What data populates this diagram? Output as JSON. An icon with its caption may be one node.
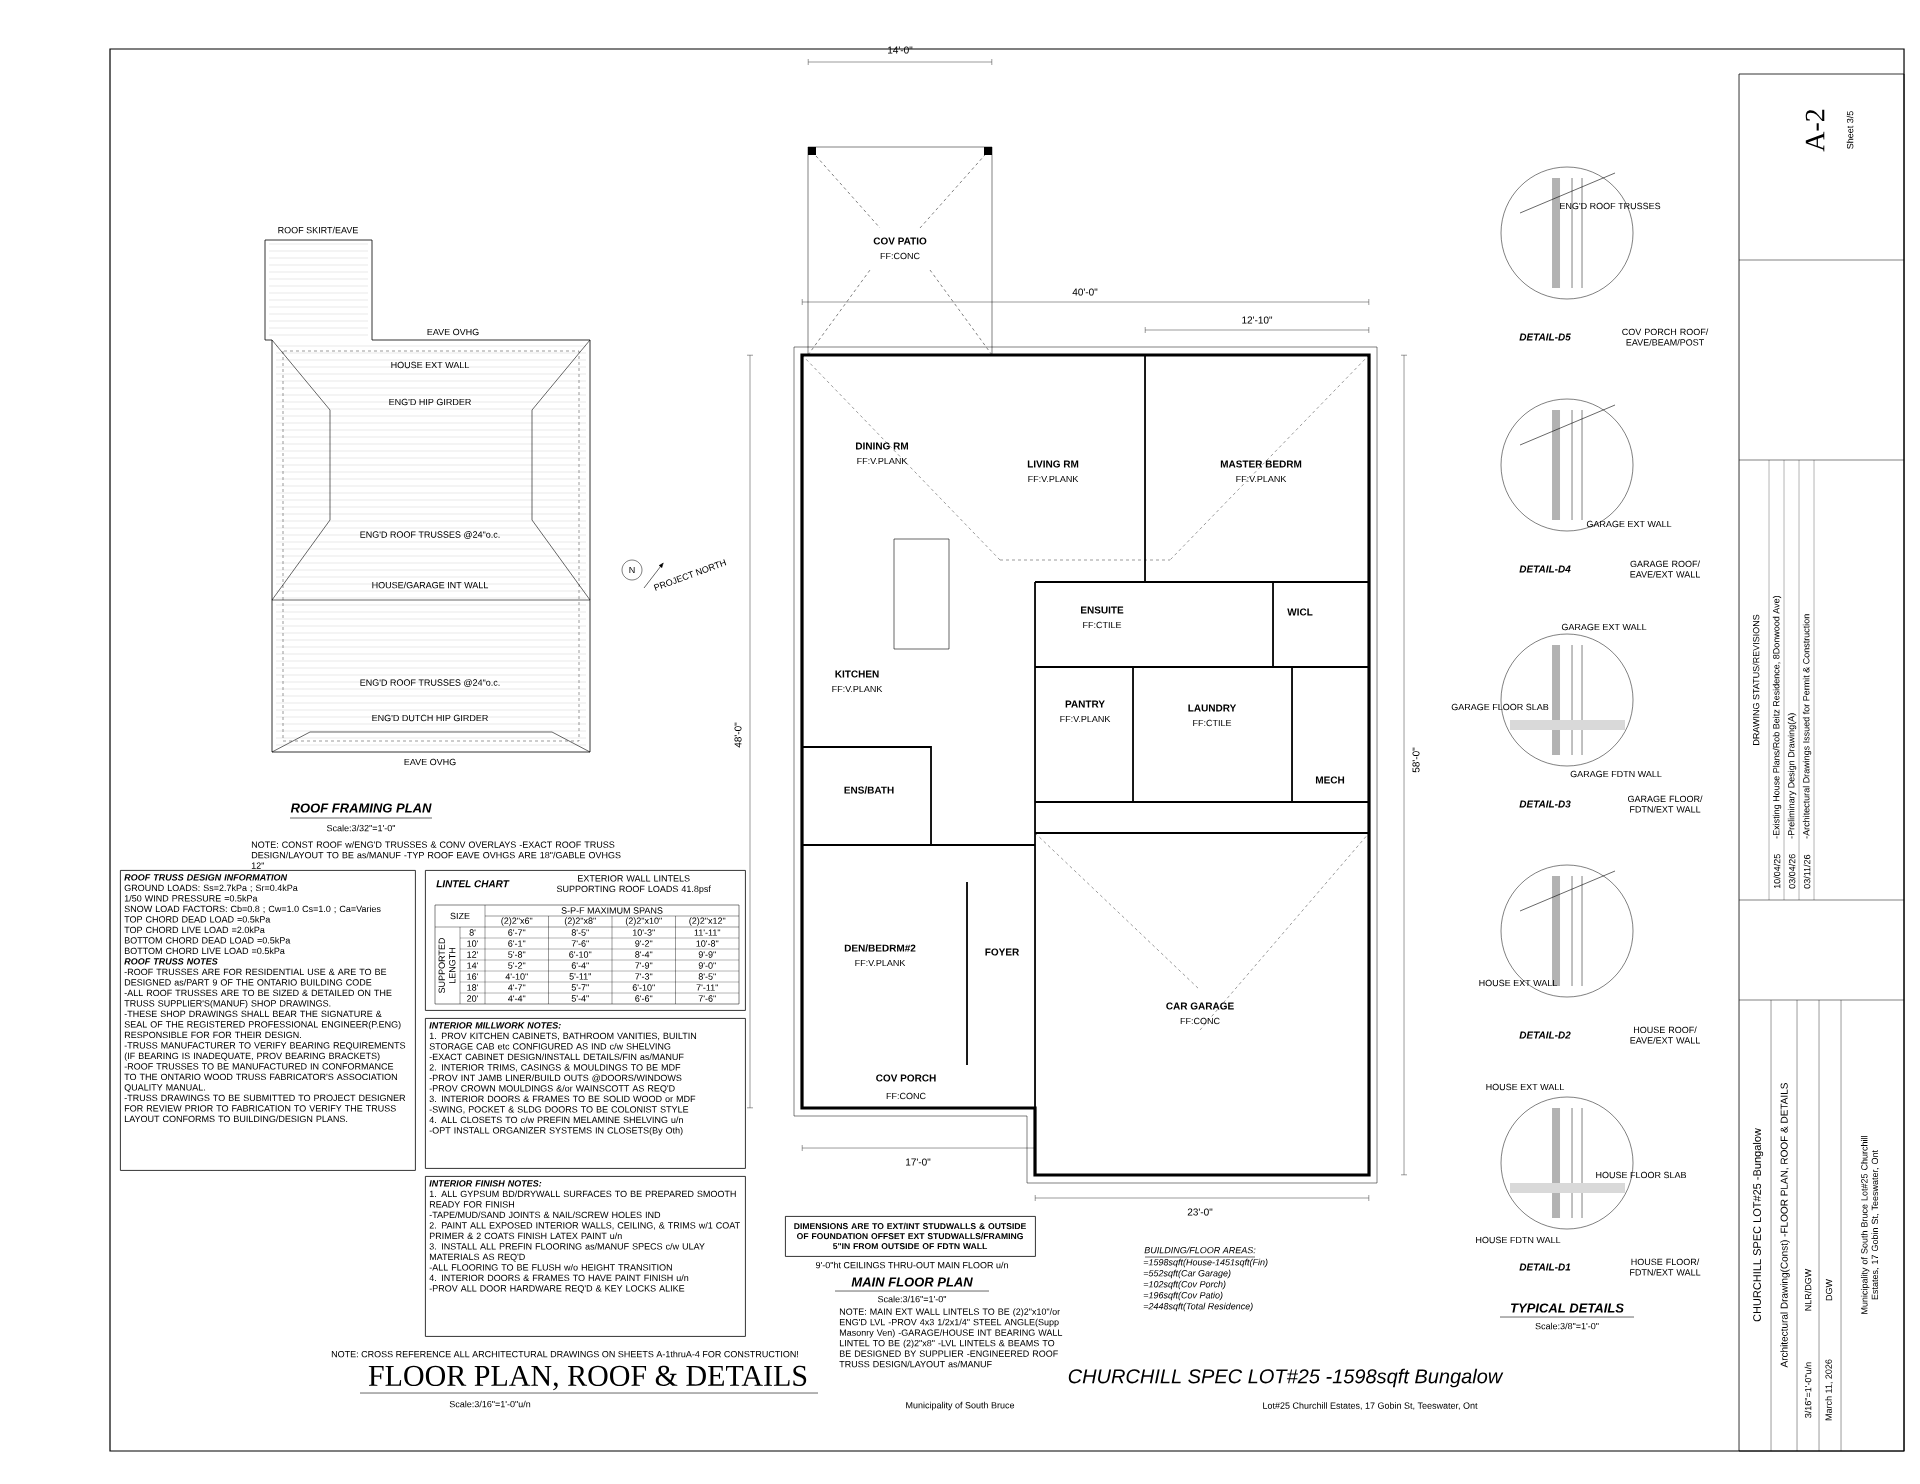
{
  "diagram": {
    "title": "FLOOR PLAN, ROOF & DETAILS",
    "nodes": [
      {
        "text": [
          "ROOF TRUSS DESIGN INFORMATION",
          "GROUND LOADS: Ss=2.7kPa ; Sr=0.4kPa",
          "1/50 WIND PRESSURE =0.5kPa",
          "SNOW LOAD FACTORS: Cb=0.8 ; Cw=1.0 Cs=1.0 ; Ca=Varies",
          "TOP CHORD DEAD LOAD =0.5kPa",
          "TOP CHORD LIVE LOAD =2.0kPa",
          "BOTTOM CHORD DEAD LOAD =0.5kPa",
          "BOTTOM CHORD LIVE LOAD =0.5kPa",
          "ROOF TRUSS NOTES",
          "-ROOF TRUSSES ARE FOR RESIDENTIAL USE & ARE TO BE DESIGNED as/PART 9 OF THE ONTARIO BUILDING CODE",
          "-ALL ROOF TRUSSES ARE TO BE SIZED & DETAILED ON THE TRUSS SUPPLIER'S(MANUF) SHOP DRAWINGS.",
          "-THESE SHOP DRAWINGS SHALL BEAR THE SIGNATURE & SEAL OF THE REGISTERED PROFESSIONAL ENGINEER(P.ENG) RESPONSIBLE FOR FOR THEIR DESIGN.",
          "-TRUSS MANUFACTURER TO VERIFY BEARING REQUIREMENTS (IF BEARING IS INADEQUATE, PROV BEARING BRACKETS)",
          "-ROOF TRUSSES TO BE MANUFACTURED IN CONFORMANCE TO THE ONTARIO WOOD TRUSS FABRICATOR'S ASSOCIATION QUALITY MANUAL.",
          "-TRUSS DRAWINGS TO BE SUBMITTED TO PROJECT DESIGNER FOR REVIEW PRIOR TO FABRICATION TO VERIFY THE TRUSS LAYOUT CONFORMS TO BUILDING/DESIGN PLANS."
        ]
      },
      {
        "text": [
          "LINTEL CHART",
          "EXTERIOR WALL LINTELS SUPPORTING ROOF LOADS 41.8psf"
        ]
      },
      {
        "text": [
          "INTERIOR MILLWORK NOTES:",
          "1. PROV KITCHEN CABINETS, BATHROOM VANITIES, BUILTIN STORAGE CAB etc CONFIGURED AS IND c/w SHELVING",
          "-EXACT CABINET DESIGN/INSTALL DETAILS/FIN as/MANUF",
          "2. INTERIOR TRIMS, CASINGS & MOULDINGS TO BE MDF",
          "-PROV INT JAMB LINER/BUILD OUTS @DOORS/WINDOWS",
          "-PROV CROWN MOULDINGS &/or WAINSCOTT AS REQ'D",
          "3. INTERIOR DOORS & FRAMES TO BE SOLID WOOD or MDF",
          "-SWING, POCKET & SLDG DOORS TO BE COLONIST STYLE",
          "4. ALL CLOSETS TO c/w PREFIN MELAMINE SHELVING u/n",
          "-OPT INSTALL ORGANIZER SYSTEMS IN CLOSETS(By Oth)"
        ]
      },
      {
        "text": [
          "INTERIOR FINISH NOTES:",
          "1. ALL GYPSUM BD/DRYWALL SURFACES TO BE PREPARED SMOOTH READY FOR FINISH",
          "-TAPE/MUD/SAND JOINTS & NAIL/SCREW HOLES IND",
          "2. PAINT ALL EXPOSED INTERIOR WALLS, CEILING, & TRIMS w/1 COAT PRIMER & 2 COATS FINISH LATEX PAINT u/n",
          "3. INSTALL ALL PREFIN FLOORING as/MANUF SPECS c/w ULAY MATERIALS AS REQ'D",
          "-ALL FLOORING TO BE FLUSH w/o HEIGHT TRANSITION",
          "4. INTERIOR DOORS & FRAMES TO HAVE PAINT FINISH u/n",
          "-PROV ALL DOOR HARDWARE REQ'D & KEY LOCKS ALIKE"
        ]
      },
      {
        "text": [
          "DIMENSIONS ARE TO EXT/INT STUDWALLS & OUTSIDE OF FOUNDATION OFFSET EXT STUDWALLS/FRAMING 5\"IN FROM OUTSIDE OF FDTN WALL"
        ]
      }
    ],
    "labels": [
      "ROOF FRAMING PLAN",
      "Scale:3/32\"=1'-0\"",
      "NOTE: CONST ROOF w/ENG'D TRUSSES & CONV OVERLAYS -EXACT ROOF TRUSS DESIGN/LAYOUT TO BE as/MANUF -TYP ROOF EAVE OVHGS ARE 18\"/GABLE OVHGS 12\"",
      "PROJECT NORTH",
      "ENG'D ROOF TRUSSES @24\"o.c.",
      "ENG'D HIP GIRDER",
      "HOUSE EXT WALL",
      "EAVE OVHG",
      "EAVE OVHG",
      "HOUSE/GARAGE INT WALL",
      "ENG'D ROOF TRUSSES @24\"o.c.",
      "ENG'D DUTCH HIP GIRDER",
      "ROOF SKIRT/EAVE",
      "S-P-F MAXIMUM SPANS",
      "SIZE",
      "(2)2\"x6\"",
      "(2)2\"x8\"",
      "(2)2\"x10\"",
      "(2)2\"x12\"",
      "SUPPORTED LENGTH",
      "8'",
      "6'-7\"",
      "8'-5\"",
      "10'-3\"",
      "11'-11\"",
      "10'",
      "6'-1\"",
      "7'-6\"",
      "9'-2\"",
      "10'-8\"",
      "12'",
      "5'-8\"",
      "6'-10\"",
      "8'-4\"",
      "9'-9\"",
      "14'",
      "5'-2\"",
      "6'-4\"",
      "7'-9\"",
      "9'-0\"",
      "16'",
      "4'-10\"",
      "5'-11\"",
      "7'-3\"",
      "8'-5\"",
      "18'",
      "4'-7\"",
      "5'-7\"",
      "6'-10\"",
      "7'-11\"",
      "20'",
      "4'-4\"",
      "5'-4\"",
      "6'-6\"",
      "7'-6\"",
      "COV PATIO",
      "FF:CONC",
      "DINING RM",
      "FF:V.PLANK",
      "LIVING RM",
      "FF:V.PLANK",
      "MASTER BEDRM",
      "FF:V.PLANK",
      "ENSUITE",
      "FF:CTILE",
      "WICL",
      "KITCHEN",
      "FF:V.PLANK",
      "PANTRY",
      "FF:V.PLANK",
      "LAUNDRY",
      "FF:CTILE",
      "MECH",
      "ENS/BATH",
      "DEN/BEDRM#2",
      "FF:V.PLANK",
      "FOYER",
      "CAR GARAGE",
      "FF:CONC",
      "COV PORCH",
      "FF:CONC",
      "14'-0\"",
      "40'-0\"",
      "12'-10\"",
      "48'-0\"",
      "58'-0\"",
      "17'-0\"",
      "23'-0\"",
      "9'-0\"ht CEILINGS THRU-OUT MAIN FLOOR u/n",
      "MAIN FLOOR PLAN",
      "Scale:3/16\"=1'-0\"",
      "NOTE: MAIN EXT WALL LINTELS TO BE (2)2\"x10\"/or ENG'D LVL -PROV 4x3 1/2x1/4\" STEEL ANGLE(Supp Masonry Ven) -GARAGE/HOUSE INT BEARING WALL LINTEL TO BE (2)2\"x8\" -LVL LINTELS & BEAMS TO BE DESIGNED BY SUPPLIER -ENGINEERED ROOF TRUSS DESIGN/LAYOUT as/MANUF",
      "BUILDING/FLOOR AREAS:",
      "=1598sqft(House-1451sqft(Fin)",
      "=552sqft(Car Garage)",
      "=102sqft(Cov Porch)",
      "=196sqft(Cov Patio)",
      "=2448sqft(Total Residence)",
      "NOTE: CROSS REFERENCE ALL ARCHITECTURAL DRAWINGS ON SHEETS A-1thruA-4 FOR CONSTRUCTION!",
      "Scale:3/16\"=1'-0\"u/n",
      "CHURCHILL SPEC LOT#25 -1598sqft Bungalow",
      "Municipality of South Bruce",
      "Lot#25 Churchill Estates, 17 Gobin St, Teeswater, Ont",
      "DETAIL-D5",
      "COV PORCH ROOF/ EAVE/BEAM/POST",
      "ENG'D ROOF TRUSSES",
      "DETAIL-D4",
      "GARAGE ROOF/ EAVE/EXT WALL",
      "GARAGE EXT WALL",
      "DETAIL-D3",
      "GARAGE FLOOR/ FDTN/EXT WALL",
      "GARAGE EXT WALL",
      "GARAGE FLOOR SLAB",
      "GARAGE FDTN WALL",
      "DETAIL-D2",
      "HOUSE ROOF/ EAVE/EXT WALL",
      "HOUSE EXT WALL",
      "DETAIL-D1",
      "HOUSE FLOOR/ FDTN/EXT WALL",
      "HOUSE EXT WALL",
      "HOUSE FLOOR SLAB",
      "HOUSE FDTN WALL",
      "TYPICAL DETAILS",
      "Scale:3/8\"=1'-0\"",
      "A-2",
      "Sheet 3/5",
      "DRAWING STATUS/REVISIONS",
      "10/04/25",
      "-Existing House Plans/Rob Beitz Residence, 8Donwood Ave)",
      "03/04/26",
      "-Preliminary Design Drawing(A)",
      "03/11/26",
      "-Architectural Drawings Issued for Permit & Construction",
      "CHURCHILL SPEC LOT#25 -Bungalow",
      "Architectural Drawing(Const) -FLOOR PLAN, ROOF & DETAILS",
      "3/16\"=1'-0\"u/n",
      "NLR/DGW",
      "March 11, 2026",
      "DGW",
      "Municipality of South Bruce Lot#25 Churchill Estates, 17 Gobin St, Teeswater, Ont",
      "N"
    ]
  }
}
